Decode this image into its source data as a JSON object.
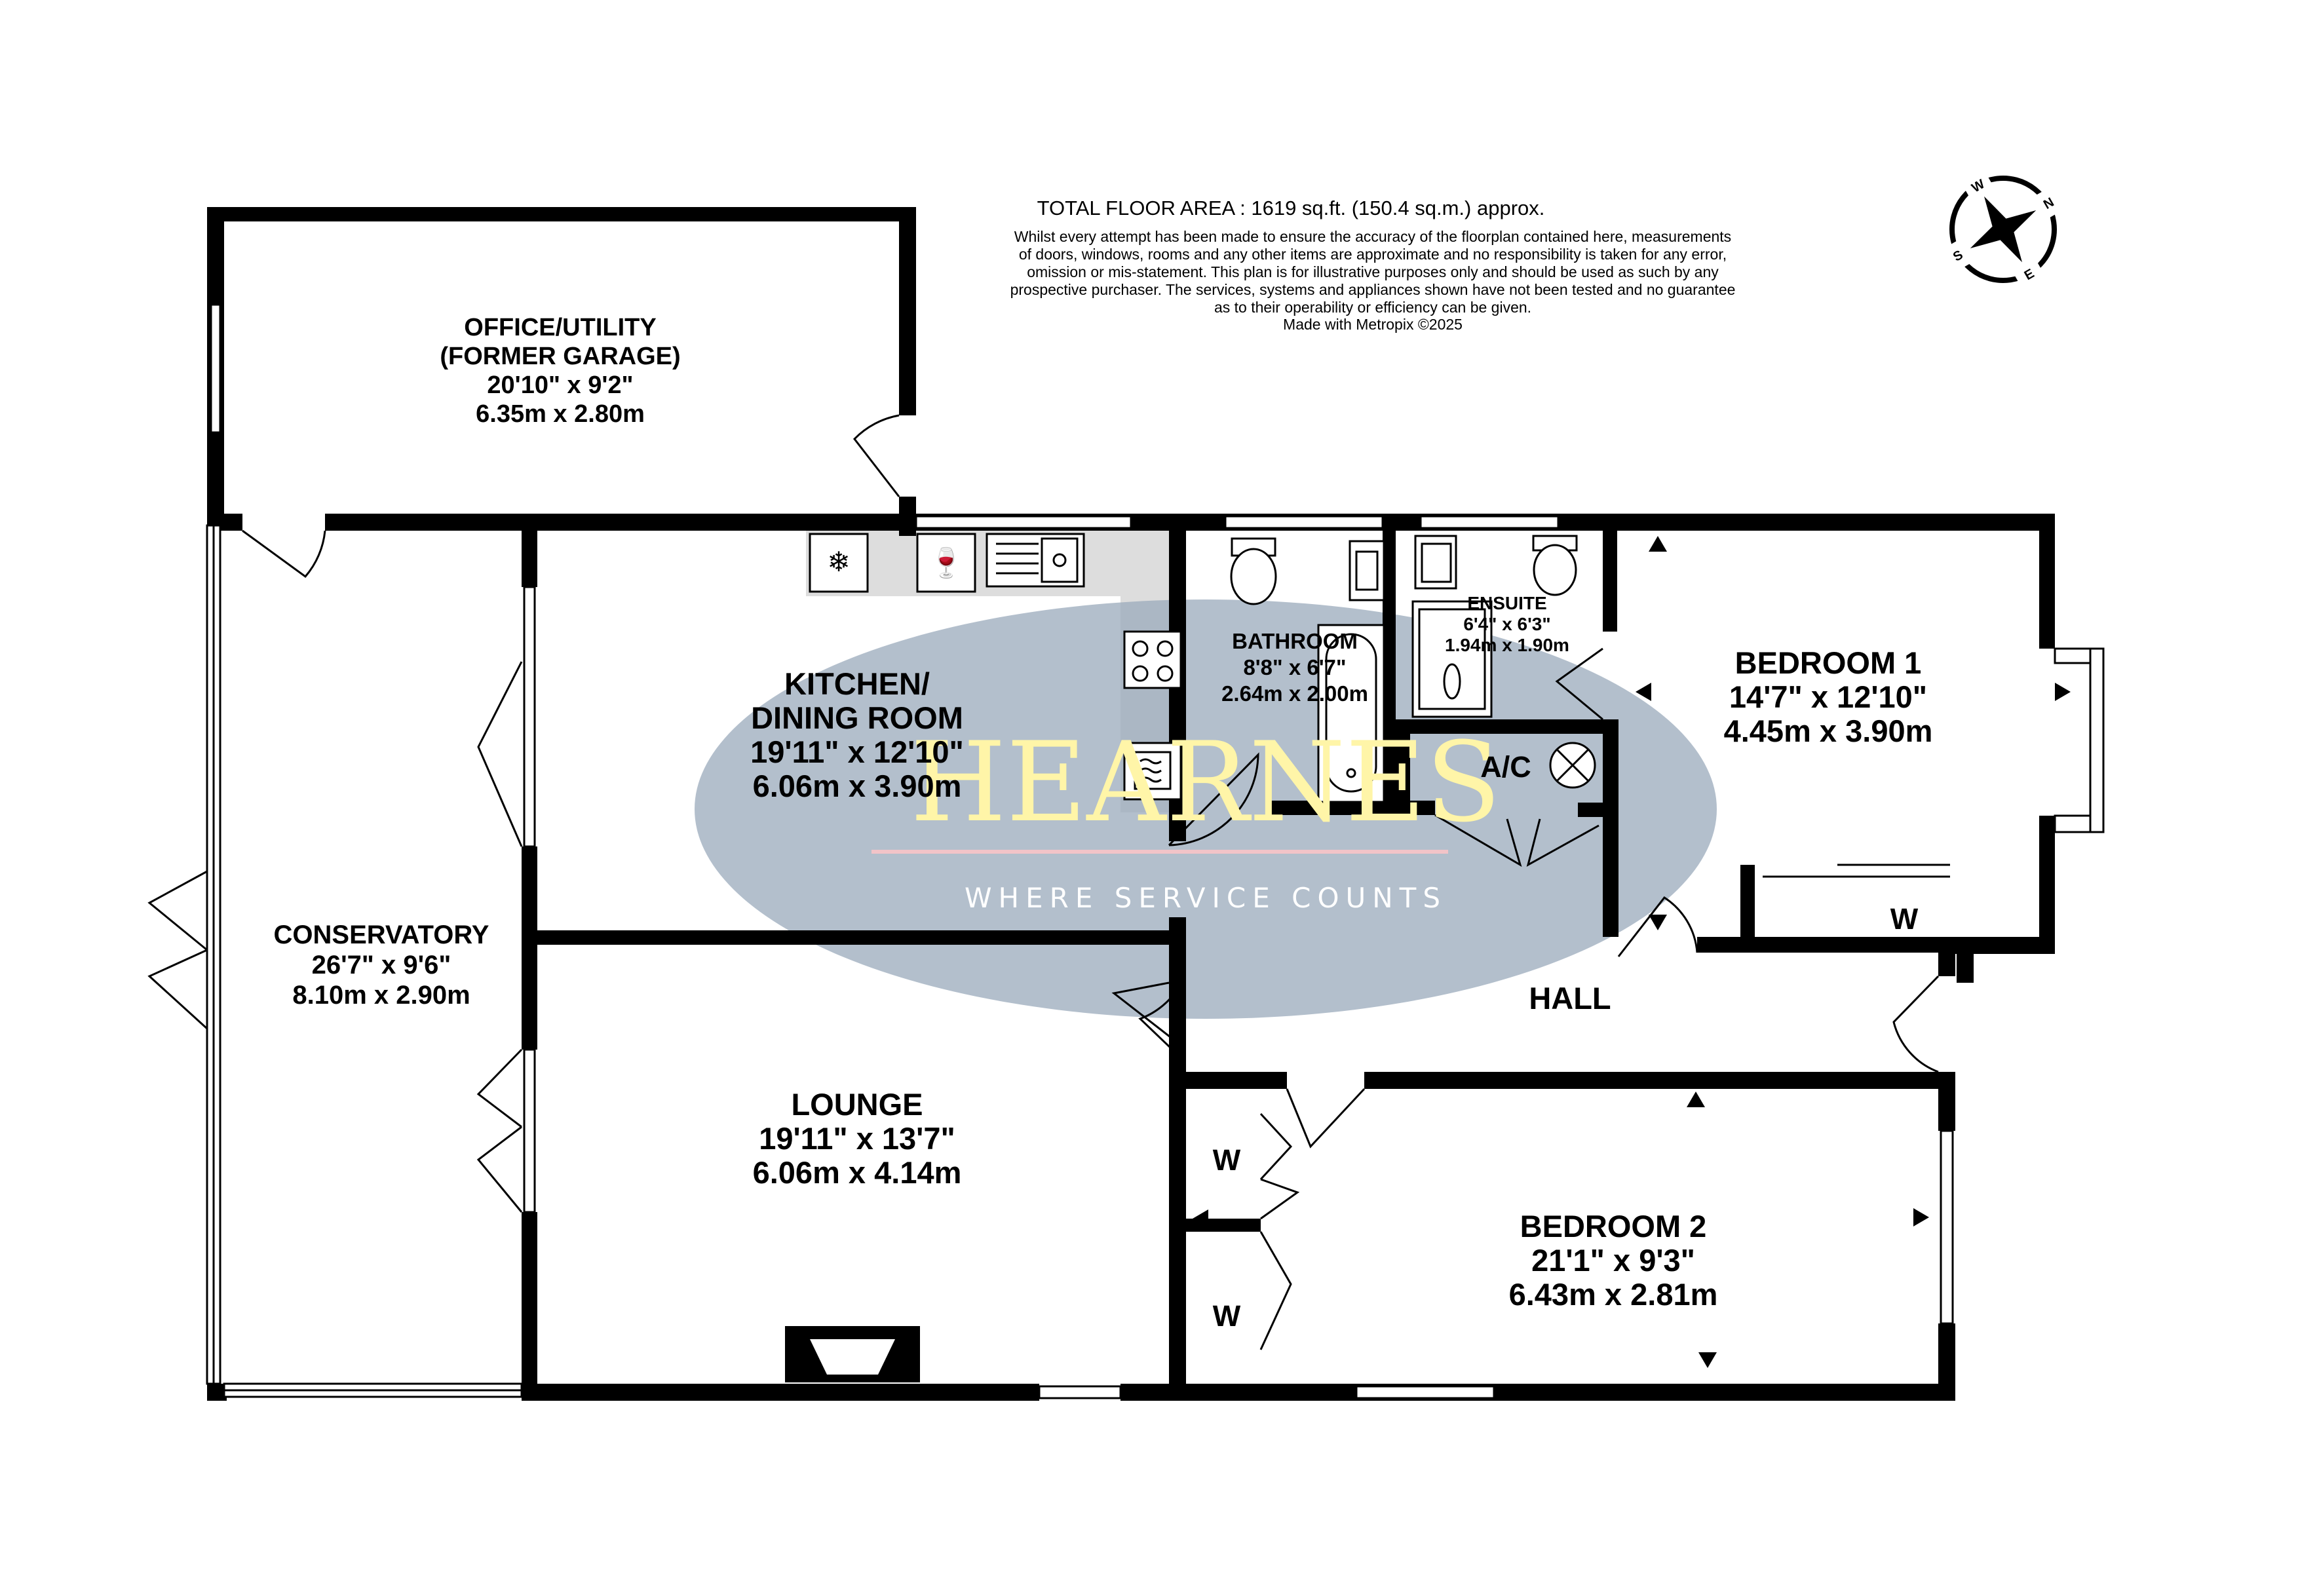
{
  "header": {
    "total_area": "TOTAL FLOOR AREA : 1619 sq.ft. (150.4 sq.m.) approx.",
    "disclaimer": [
      "Whilst every attempt has been made to ensure the accuracy of the floorplan contained here, measurements",
      "of doors, windows, rooms and any other items are approximate and no responsibility is taken for any error,",
      "omission or mis-statement. This plan is for illustrative purposes only and should be used as such by any",
      "prospective purchaser. The services, systems and appliances shown have not been tested and no guarantee",
      "as to their operability or efficiency can be given."
    ],
    "credit": "Made with Metropix ©2025"
  },
  "compass": {
    "n": "N",
    "e": "E",
    "s": "S",
    "w": "W"
  },
  "watermark": {
    "brand": "HEARNES",
    "tagline": "WHERE SERVICE COUNTS",
    "ellipse_color": "#9aaabb"
  },
  "rooms": {
    "office": {
      "name1": "OFFICE/UTILITY",
      "name2": "(FORMER GARAGE)",
      "imperial": "20'10\"  x 9'2\"",
      "metric": "6.35m  x 2.80m"
    },
    "kitchen": {
      "name1": "KITCHEN/",
      "name2": "DINING ROOM",
      "imperial": "19'11\"  x 12'10\"",
      "metric": "6.06m  x 3.90m"
    },
    "bathroom": {
      "name": "BATHROOM",
      "imperial": "8'8\"  x 6'7\"",
      "metric": "2.64m  x 2.00m"
    },
    "ensuite": {
      "name": "ENSUITE",
      "imperial": "6'4\"  x 6'3\"",
      "metric": "1.94m  x 1.90m"
    },
    "bedroom1": {
      "name": "BEDROOM 1",
      "imperial": "14'7\"  x 12'10\"",
      "metric": "4.45m  x 3.90m"
    },
    "conservatory": {
      "name": "CONSERVATORY",
      "imperial": "26'7\"  x 9'6\"",
      "metric": "8.10m  x 2.90m"
    },
    "hall": {
      "name": "HALL"
    },
    "lounge": {
      "name": "LOUNGE",
      "imperial": "19'11\"  x 13'7\"",
      "metric": "6.06m  x 4.14m"
    },
    "bedroom2": {
      "name": "BEDROOM 2",
      "imperial": "21'1\"  x 9'3\"",
      "metric": "6.43m  x 2.81m"
    }
  },
  "labels": {
    "ac": "A/C",
    "wardrobe": "W"
  }
}
